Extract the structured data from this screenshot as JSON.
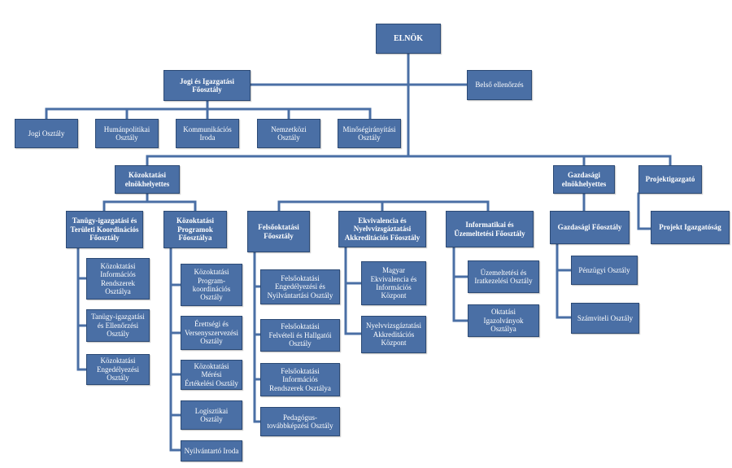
{
  "colors": {
    "box_fill": "#4a6fa5",
    "box_border": "#2c4a75",
    "text": "#ffffff",
    "line": "#4a6fa5"
  },
  "org": {
    "elnok": "ELNÖK",
    "jogi_fo": "Jogi és Igazgatási\nFőosztály",
    "belso": "Belső ellenőrzés",
    "jogi_osztaly": "Jogi Osztály",
    "human": "Humánpolitikai\nOsztály",
    "kommunikacios": "Kommunikációs\nIroda",
    "nemzetkozi": "Nemzetközi\nOsztály",
    "minoseg": "Minőségirányítási\nOsztály",
    "kozokt_elnh": "Közoktatási\nelnökhelyettes",
    "gazd_elnh": "Gazdasági\nelnökhelyettes",
    "projekt_ig": "Projektigazgató",
    "tanugy_fo": "Tanügy-igazgatási és\nTerületi Koordinációs\nFőosztály",
    "kozokt_prog_fo": "Közoktatási\nProgramok\nFőosztálya",
    "felsookt_fo": "Felsőoktatási\nFőosztály",
    "ekviv_fo": "Ekvivalencia és\nNyelvvizsgáztatási\nAkkreditációs  Főosztály",
    "inform_fo": "Informatikai és\nÜzemeltetési Főosztály",
    "gazd_fo": "Gazdasági Főosztály",
    "projekt_igazgatosag": "Projekt Igazgatóság",
    "kir": "Közoktatási\nInformációs\nRendszerek\nOsztálya",
    "tanugy_ell": "Tanügy-igazgatási\nés Ellenőrzési\nOsztály",
    "kozokt_eng": "Közoktatási\nEngedélyezési\nOsztály",
    "prog_koord": "Közoktatási\nProgram-\nkoordinációs\nOsztály",
    "erettsegi": "Érettségi és\nVersenyszervezési\nOsztály",
    "meresi": "Közoktatási Mérési\nÉrtékelési Osztály",
    "logisztikai": "Logisztikai Osztály",
    "nyilvantarto": "Nyilvántartó Iroda",
    "felsookt_eng": "Felsőoktatási\nEngedélyezési és\nNyilvántartási Osztály",
    "felveteli": "Felsőoktatási\nFelvételi és Hallgatói\nOsztály",
    "firo": "Felsőoktatási\nInformációs\nRendszerek Osztálya",
    "pedagogus": "Pedagógus-\ntovábbképzési Osztály",
    "ekviv_kozpont": "Magyar\nEkvivalencia és\nInformációs\nKözpont",
    "nyelvvizsga": "Nyelvvizsgáztatási\nAkkreditációs\nKözpont",
    "uzemeltetesi": "Üzemeltetési és\nIratkezelési Osztály",
    "igazolvany": "Oktatási Igazolványok\nOsztálya",
    "penzugyi": "Pénzügyi Osztály",
    "szamviteli": "Számviteli Osztály"
  }
}
